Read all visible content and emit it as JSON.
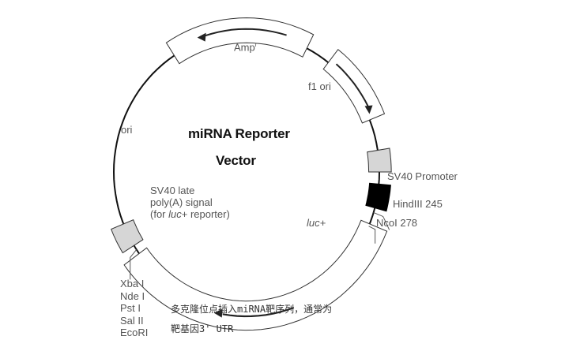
{
  "title_line1": "miRNA Reporter",
  "title_line2": "Vector",
  "features": {
    "amp": {
      "label": "Amp",
      "sup": "r"
    },
    "f1ori": {
      "label": "f1 ori"
    },
    "ori": {
      "label": "ori"
    },
    "sv40_promoter": {
      "label": "SV40 Promoter"
    },
    "hindiii": {
      "label": "HindIII 245"
    },
    "ncoi": {
      "label": "NcoI 278"
    },
    "luc": {
      "label": "luc+"
    },
    "polya": {
      "line1": "SV40 late",
      "line2": "poly(A) signal",
      "line3_pre": "(for ",
      "line3_ital": "luc",
      "line3_post": "+ reporter)"
    }
  },
  "mcs_sites": [
    "Xba I",
    "Nde I",
    "Pst I",
    "Sal II",
    "EcoRI"
  ],
  "note": {
    "line1": "多克隆位点插入miRNA靶序列，通常为",
    "line2": "靶基因3' UTR"
  },
  "colors": {
    "backbone": "#111111",
    "gray_box": "#d6d6d6",
    "black_box": "#000000",
    "label": "#555555"
  }
}
